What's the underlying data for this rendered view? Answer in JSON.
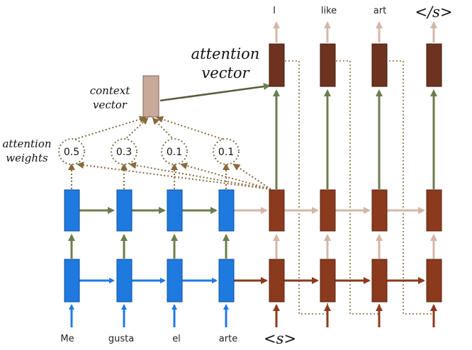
{
  "labels": {
    "context_vector_line1": "context",
    "context_vector_line2": "vector",
    "attention_weights_line1": "attention",
    "attention_weights_line2": "weights",
    "attention_vector_line1": "attention",
    "attention_vector_line2": "vector"
  },
  "attention_weights": [
    "0.5",
    "0.3",
    "0.1",
    "0.1"
  ],
  "source_words": [
    "Me",
    "gusta",
    "el",
    "arte"
  ],
  "decoder_start": "<s>",
  "output_words": [
    "I",
    "like",
    "art",
    "</s>"
  ],
  "colors": {
    "encoder": "#1f7ae0",
    "decoder": "#8b3a1e",
    "attention_vector": "#6e3320",
    "context_vector": "#c9a99a",
    "green_arrow": "#6b7d4e",
    "tan_arrow": "#d4b6a6",
    "dotted": "#8a6a3a"
  }
}
